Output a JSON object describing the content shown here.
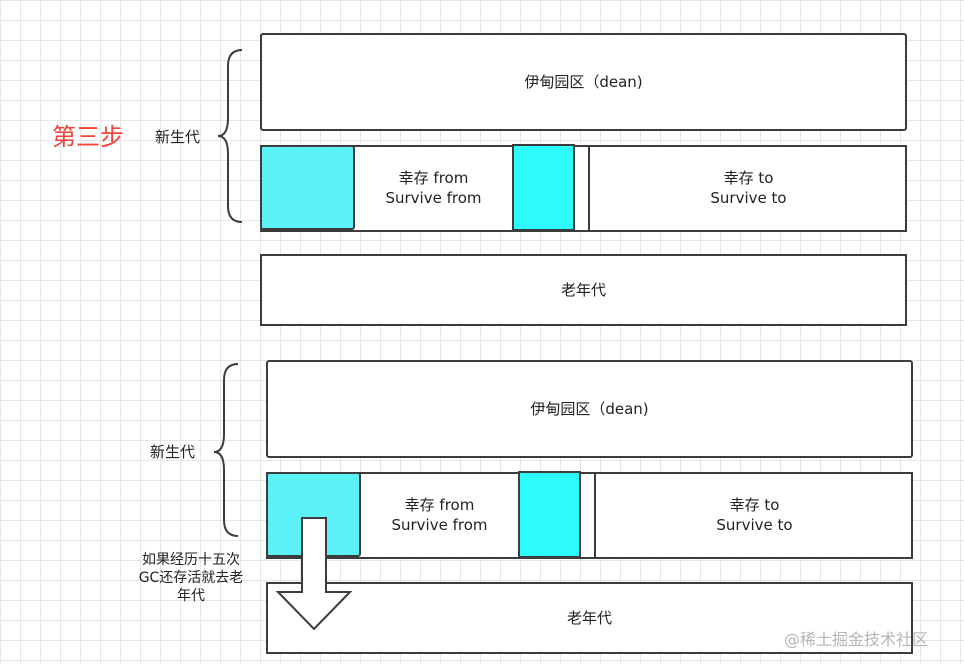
{
  "step_label": "第三步",
  "sections": [
    {
      "young_label": "新生代",
      "eden": "伊甸园区（dean)",
      "survivor_from": [
        "幸存 from",
        "Survive from"
      ],
      "survivor_to": [
        "幸存 to",
        "Survive to"
      ],
      "old": "老年代"
    },
    {
      "young_label": "新生代",
      "eden": "伊甸园区（dean)",
      "survivor_from": [
        "幸存 from",
        "Survive from"
      ],
      "survivor_to": [
        "幸存 to",
        "Survive to"
      ],
      "old": "老年代"
    }
  ],
  "promotion_note": [
    "如果经历十五次",
    "GC还存活就去老",
    "年代"
  ],
  "watermark": "@稀土掘金技术社区"
}
